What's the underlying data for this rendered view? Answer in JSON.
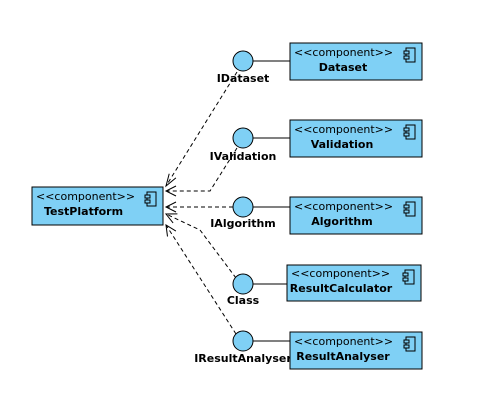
{
  "colors": {
    "component_fill": "#7fd0f5",
    "stroke": "#000000",
    "background": "#ffffff"
  },
  "stereotype": "<<component>>",
  "consumer": {
    "name": "TestPlatform"
  },
  "providers": [
    {
      "component": "Dataset",
      "interface": "IDataset"
    },
    {
      "component": "Validation",
      "interface": "IValidation"
    },
    {
      "component": "Algorithm",
      "interface": "IAlgorithm"
    },
    {
      "component": "ResultCalculator",
      "interface": "Class"
    },
    {
      "component": "ResultAnalyser",
      "interface": "IResultAnalyser"
    }
  ]
}
